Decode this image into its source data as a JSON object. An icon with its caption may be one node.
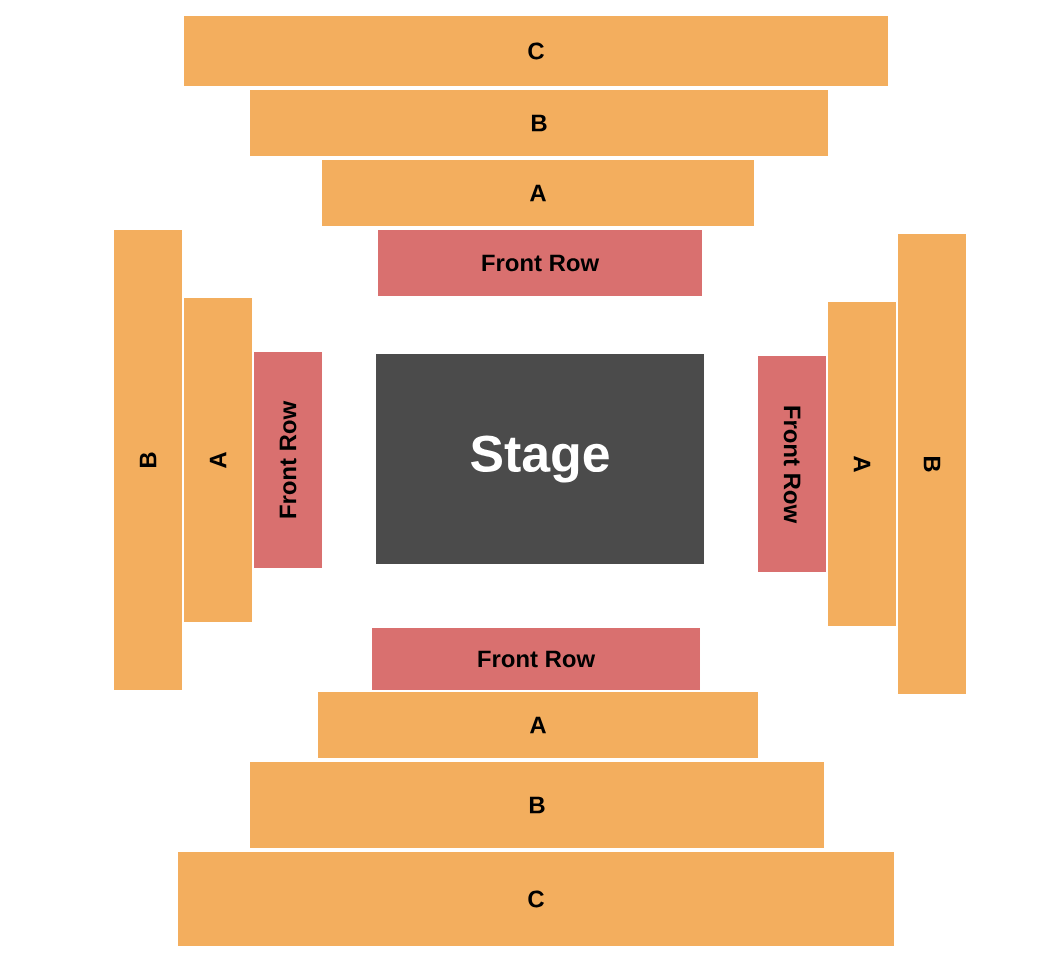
{
  "diagram": {
    "nodes": [
      {
        "text": [
          "C"
        ]
      },
      {
        "text": [
          "B"
        ]
      },
      {
        "text": [
          "A"
        ]
      },
      {
        "text": [
          "Front Row"
        ]
      },
      {
        "text": [
          "B"
        ]
      },
      {
        "text": [
          "A"
        ]
      },
      {
        "text": [
          "Front Row"
        ]
      },
      {
        "text": [
          "Stage"
        ]
      },
      {
        "text": [
          "Front Row"
        ]
      },
      {
        "text": [
          "A"
        ]
      },
      {
        "text": [
          "B"
        ]
      },
      {
        "text": [
          "Front Row"
        ]
      },
      {
        "text": [
          "A"
        ]
      },
      {
        "text": [
          "B"
        ]
      },
      {
        "text": [
          "C"
        ]
      }
    ]
  }
}
